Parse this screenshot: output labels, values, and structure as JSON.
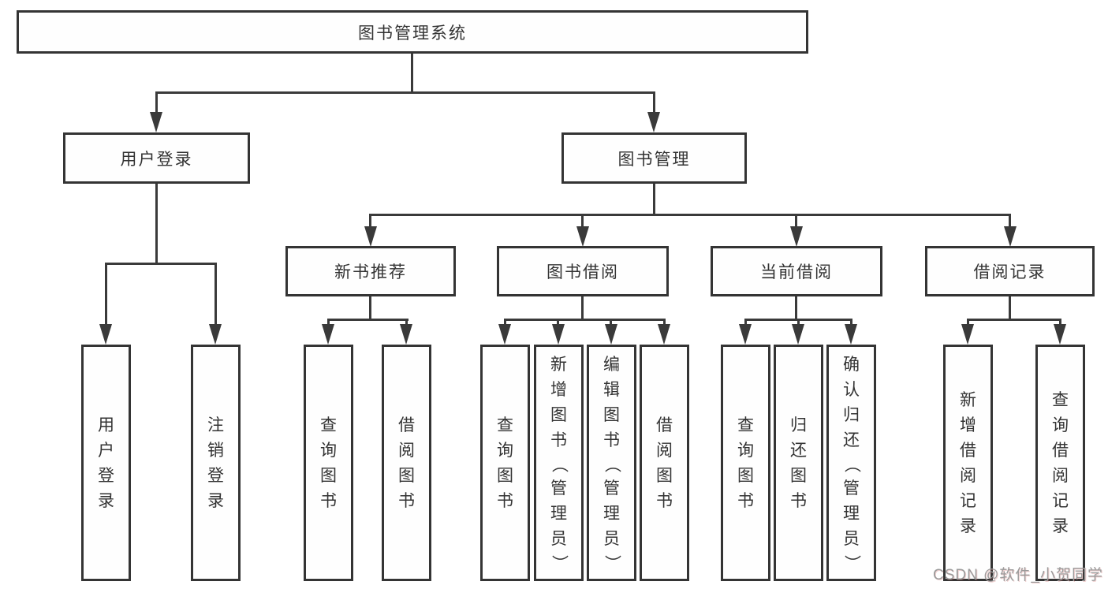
{
  "diagram_title": "图书管理系统",
  "watermark": "CSDN @软件_小贺同学",
  "colors": {
    "line": "#3a3a3a",
    "box_border": "#343434",
    "text": "#333333",
    "watermark": "#9b9b9b",
    "background": "#ffffff"
  },
  "nodes": {
    "root": {
      "label": "图书管理系统"
    },
    "level2": [
      {
        "label": "用户登录"
      },
      {
        "label": "图书管理"
      }
    ],
    "level3": [
      {
        "label": "新书推荐",
        "parent": "图书管理"
      },
      {
        "label": "图书借阅",
        "parent": "图书管理"
      },
      {
        "label": "当前借阅",
        "parent": "图书管理"
      },
      {
        "label": "借阅记录",
        "parent": "图书管理"
      }
    ],
    "leaves": [
      {
        "label": "用户登录",
        "parent": "用户登录"
      },
      {
        "label": "注销登录",
        "parent": "用户登录"
      },
      {
        "label": "查询图书",
        "parent": "新书推荐"
      },
      {
        "label": "借阅图书",
        "parent": "新书推荐"
      },
      {
        "label": "查询图书",
        "parent": "图书借阅"
      },
      {
        "label": "新增图书（管理员）",
        "parent": "图书借阅"
      },
      {
        "label": "编辑图书（管理员）",
        "parent": "图书借阅"
      },
      {
        "label": "借阅图书",
        "parent": "图书借阅"
      },
      {
        "label": "查询图书",
        "parent": "当前借阅"
      },
      {
        "label": "归还图书",
        "parent": "当前借阅"
      },
      {
        "label": "确认归还（管理员）",
        "parent": "当前借阅"
      },
      {
        "label": "新增借阅记录",
        "parent": "借阅记录"
      },
      {
        "label": "查询借阅记录",
        "parent": "借阅记录"
      }
    ]
  }
}
